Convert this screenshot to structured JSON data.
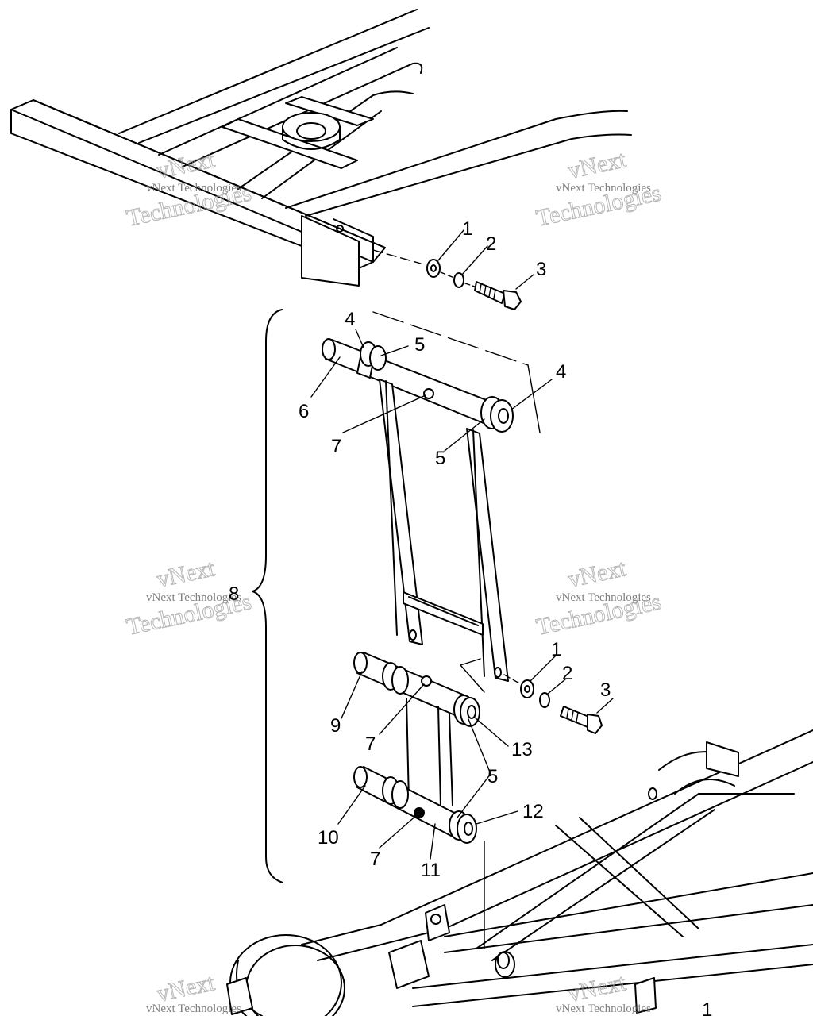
{
  "diagram": {
    "callouts": [
      {
        "id": "c1a",
        "text": "1"
      },
      {
        "id": "c2a",
        "text": "2"
      },
      {
        "id": "c3a",
        "text": "3"
      },
      {
        "id": "c4a",
        "text": "4"
      },
      {
        "id": "c5a",
        "text": "5"
      },
      {
        "id": "c6",
        "text": "6"
      },
      {
        "id": "c4b",
        "text": "4"
      },
      {
        "id": "c7a",
        "text": "7"
      },
      {
        "id": "c5b",
        "text": "5"
      },
      {
        "id": "c8",
        "text": "8"
      },
      {
        "id": "c1b",
        "text": "1"
      },
      {
        "id": "c2b",
        "text": "2"
      },
      {
        "id": "c3b",
        "text": "3"
      },
      {
        "id": "c9",
        "text": "9"
      },
      {
        "id": "c7b",
        "text": "7"
      },
      {
        "id": "c13",
        "text": "13"
      },
      {
        "id": "c5c",
        "text": "5"
      },
      {
        "id": "c12",
        "text": "12"
      },
      {
        "id": "c10",
        "text": "10"
      },
      {
        "id": "c7c",
        "text": "7"
      },
      {
        "id": "c11",
        "text": "11"
      },
      {
        "id": "c1c",
        "text": "1"
      }
    ],
    "watermark": {
      "line1": "vNext",
      "line2": "vNext Technologies",
      "line3": "Technologies"
    }
  }
}
